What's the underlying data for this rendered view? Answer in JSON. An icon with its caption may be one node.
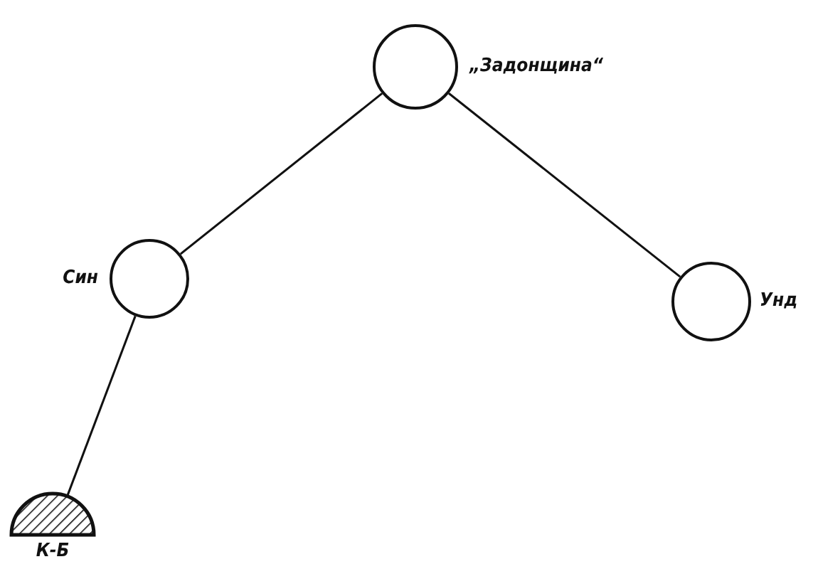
{
  "diagram": {
    "nodes": [
      {
        "text": [],
        "shape": "circle",
        "beside": [
          "„Задонщина“"
        ]
      },
      {
        "text": [],
        "shape": "circle",
        "beside": [
          "Син"
        ]
      },
      {
        "text": [],
        "shape": "circle",
        "beside": [
          "Унд"
        ]
      },
      {
        "text": [],
        "shape": "semicircle",
        "beside": [
          "К-Б"
        ]
      }
    ],
    "edges": [
      {
        "from": 0,
        "to": 1,
        "arrow": "none"
      },
      {
        "from": 0,
        "to": 2,
        "arrow": "none"
      },
      {
        "from": 1,
        "to": 3,
        "arrow": "none"
      }
    ]
  }
}
